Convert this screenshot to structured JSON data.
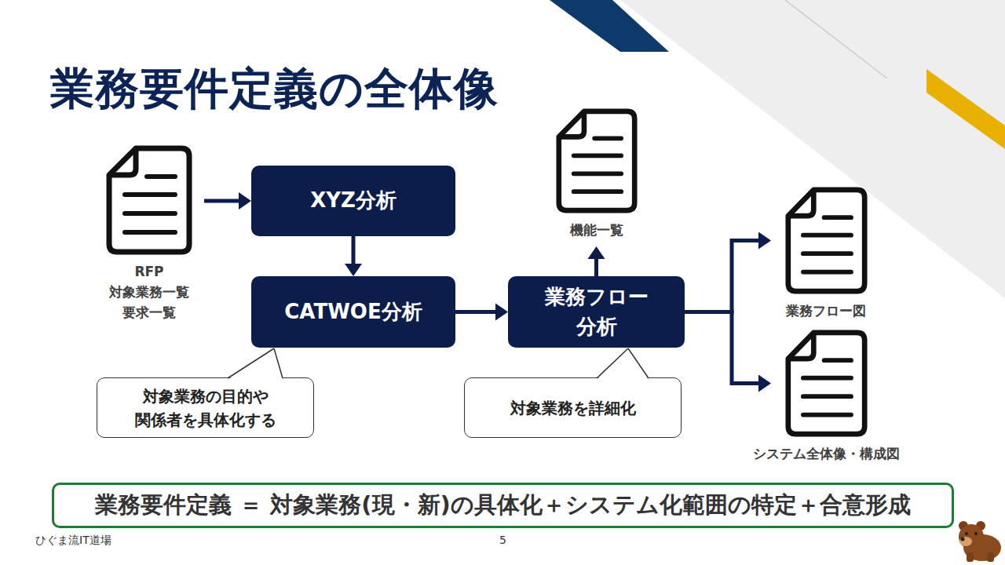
{
  "diagram": {
    "title": "業務要件定義の全体像",
    "nodes": [
      {
        "text": [
          "RFP 対象業務一覧 要求一覧"
        ]
      },
      {
        "text": [
          "XYZ分析"
        ]
      },
      {
        "text": [
          "CATWOE分析"
        ]
      },
      {
        "text": [
          "対象業務の目的や 関係者を具体化する"
        ]
      },
      {
        "text": [
          "業務フロー 分析"
        ]
      },
      {
        "text": [
          "対象業務を詳細化"
        ]
      },
      {
        "text": [
          "機能一覧"
        ]
      },
      {
        "text": [
          "業務フロー図"
        ]
      },
      {
        "text": [
          "システム全体像・構成図"
        ]
      },
      {
        "text": [
          "業務要件定義 ＝ 対象業務(現・新)の具体化＋システム化範囲の特定＋合意形成"
        ]
      }
    ],
    "edges": [
      {
        "from": 0,
        "to": 1,
        "arrow": "to"
      },
      {
        "from": 1,
        "to": 2,
        "arrow": "to"
      },
      {
        "from": 2,
        "to": 4,
        "arrow": "to"
      },
      {
        "from": 4,
        "to": 6,
        "arrow": "to"
      },
      {
        "from": 4,
        "to": 7,
        "arrow": "to"
      },
      {
        "from": 4,
        "to": 8,
        "arrow": "to"
      }
    ],
    "labels": [
      "ひぐま流IT道場",
      "5"
    ]
  }
}
